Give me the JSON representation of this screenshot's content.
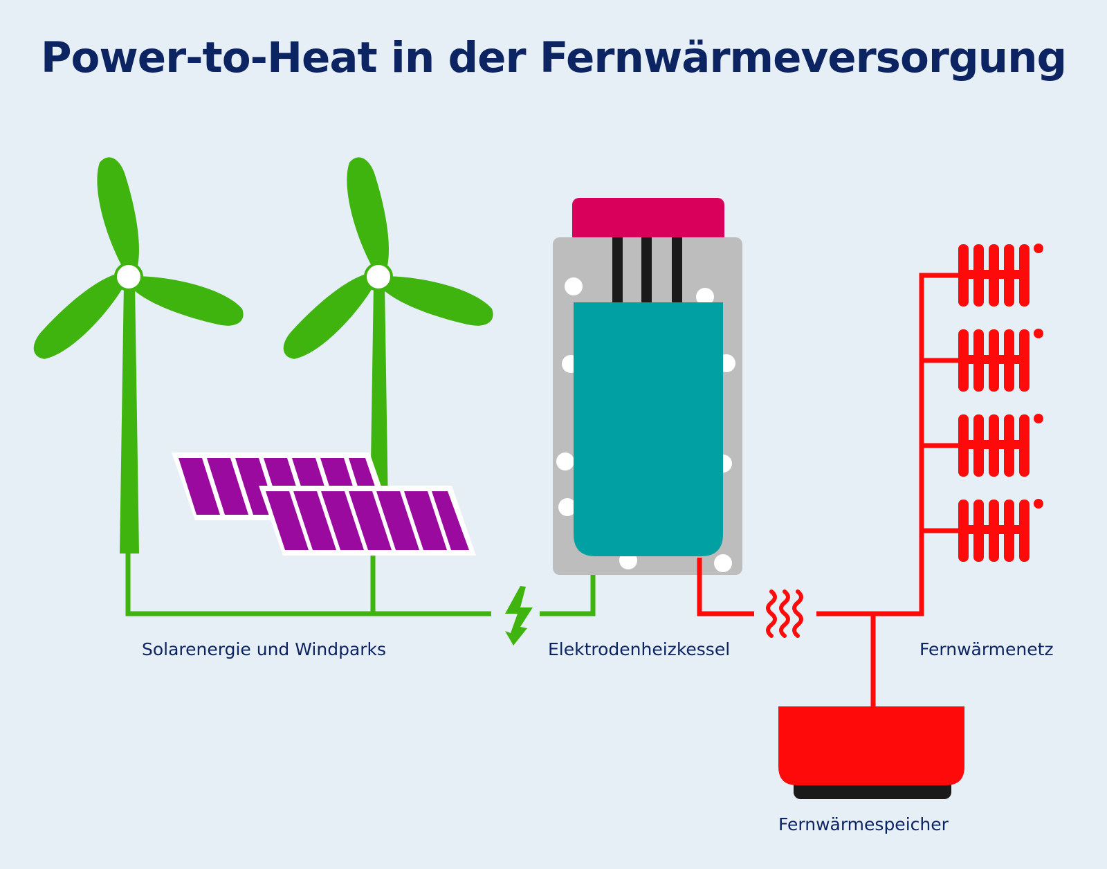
{
  "title": "Power-to-Heat in der Fernwärmeversorgung",
  "labels": {
    "sources": "Solarenergie und Windparks",
    "boiler": "Elektrodenheizkessel",
    "network": "Fernwärmenetz",
    "storage": "Fernwärmespeicher"
  },
  "colors": {
    "background": "#e6eef6",
    "title": "#0c2461",
    "wind": "#3fb40f",
    "solar": "#9a0a9e",
    "boiler_lid": "#d8005b",
    "boiler_body": "#bdbdbd",
    "water": "#00a0a3",
    "heat": "#ff0a0a"
  },
  "icons": {
    "turbines": "wind-turbine-icon",
    "solar": "solar-panel-icon",
    "power": "lightning-icon",
    "heat": "heat-waves-icon",
    "radiators": "radiator-icon",
    "storage": "heat-storage-icon"
  }
}
